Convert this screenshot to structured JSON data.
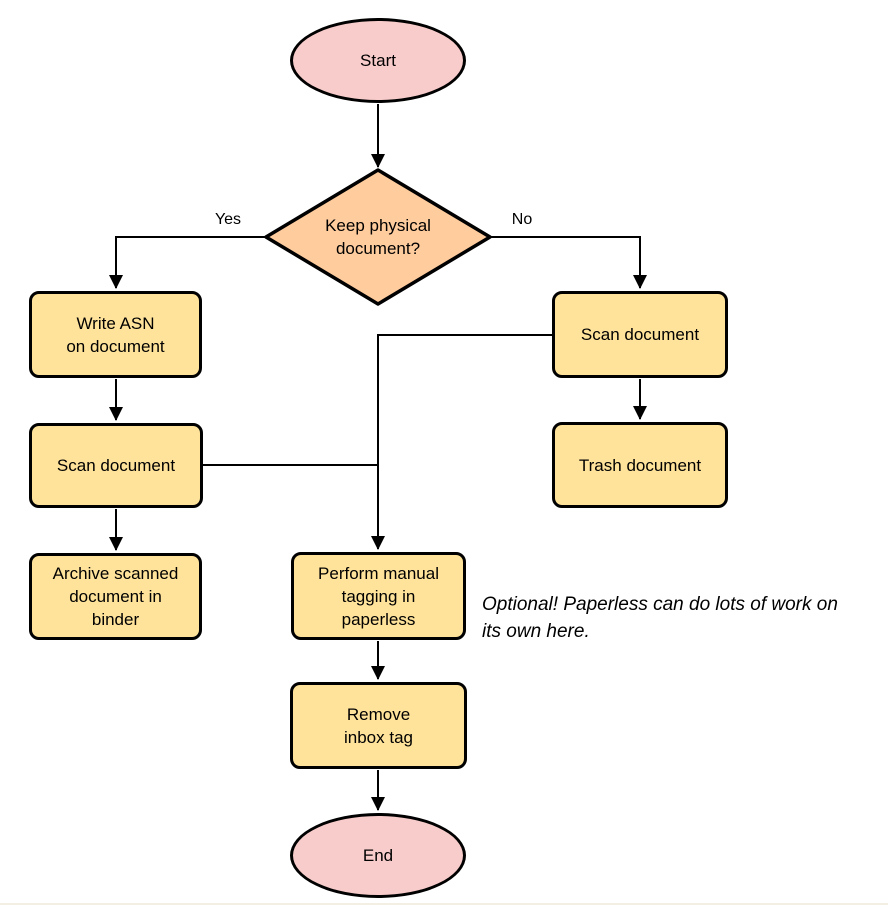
{
  "nodes": {
    "start": {
      "label": "Start",
      "type": "terminator"
    },
    "decision": {
      "label": "Keep physical\ndocument?",
      "type": "decision"
    },
    "write_asn": {
      "label": "Write ASN\non document",
      "type": "process"
    },
    "scan_left": {
      "label": "Scan document",
      "type": "process"
    },
    "archive": {
      "label": "Archive scanned\ndocument in\nbinder",
      "type": "process"
    },
    "scan_right": {
      "label": "Scan document",
      "type": "process"
    },
    "trash": {
      "label": "Trash document",
      "type": "process"
    },
    "perform_tagging": {
      "label": "Perform manual\ntagging in\npaperless",
      "type": "process"
    },
    "remove_inbox": {
      "label": "Remove\ninbox tag",
      "type": "process"
    },
    "end": {
      "label": "End",
      "type": "terminator"
    }
  },
  "edge_labels": {
    "yes": "Yes",
    "no": "No"
  },
  "annotation": {
    "text": "Optional! Paperless can do lots of work on\nits own here."
  },
  "colors": {
    "terminator_fill": "#f8cccb",
    "decision_fill": "#ffcc9e",
    "process_fill": "#ffe39b",
    "stroke": "#000000"
  }
}
